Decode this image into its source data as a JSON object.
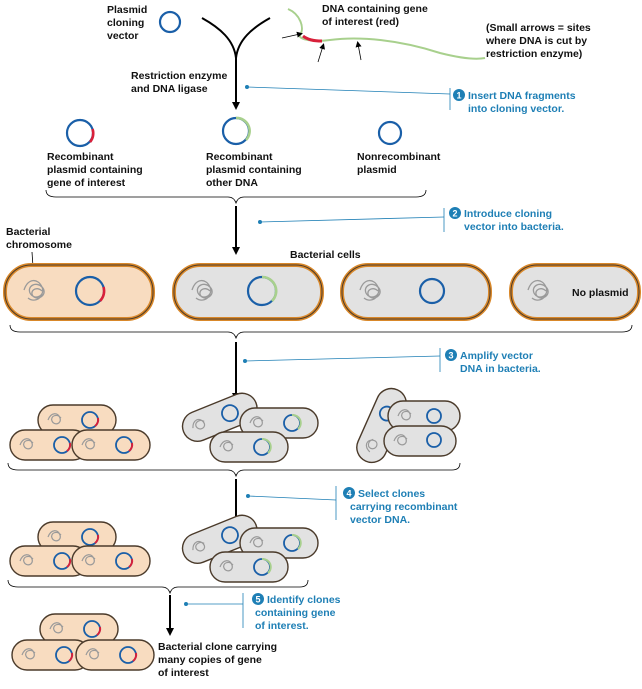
{
  "colors": {
    "plasmid": "#1a5fa8",
    "gene_of_interest": "#d8203a",
    "other_dna": "#a8d08d",
    "callout": "#1e7fb5",
    "cell_orange": "#f8dcc0",
    "cell_gray": "#e2e2e2",
    "cell_rim": "#d9882a",
    "chromosome": "#9a9a9a"
  },
  "labels": {
    "plasmid_vector": [
      "Plasmid",
      "cloning",
      "vector"
    ],
    "dna_gene": [
      "DNA containing gene",
      "of interest (red)"
    ],
    "arrows_note": [
      "(Small arrows = sites",
      "where DNA is cut by",
      "restriction enzyme)"
    ],
    "enzyme": [
      "Restriction enzyme",
      "and DNA ligase"
    ],
    "recombinant_gene": [
      "Recombinant",
      "plasmid containing",
      "gene of interest"
    ],
    "recombinant_other": [
      "Recombinant",
      "plasmid containing",
      "other DNA"
    ],
    "nonrecombinant": [
      "Nonrecombinant",
      "plasmid"
    ],
    "bacterial_chromosome": [
      "Bacterial",
      "chromosome"
    ],
    "bacterial_cells": "Bacterial cells",
    "no_plasmid": "No plasmid",
    "final_clone": [
      "Bacterial clone carrying",
      "many copies of gene",
      "of interest"
    ]
  },
  "steps": [
    {
      "number": "1",
      "lines": [
        "Insert DNA fragments",
        "into cloning vector."
      ]
    },
    {
      "number": "2",
      "lines": [
        "Introduce cloning",
        "vector into bacteria."
      ]
    },
    {
      "number": "3",
      "lines": [
        "Amplify vector",
        "DNA in bacteria."
      ]
    },
    {
      "number": "4",
      "lines": [
        "Select clones",
        "carrying recombinant",
        "vector DNA."
      ]
    },
    {
      "number": "5",
      "lines": [
        "Identify clones",
        "containing gene",
        "of interest."
      ]
    }
  ]
}
